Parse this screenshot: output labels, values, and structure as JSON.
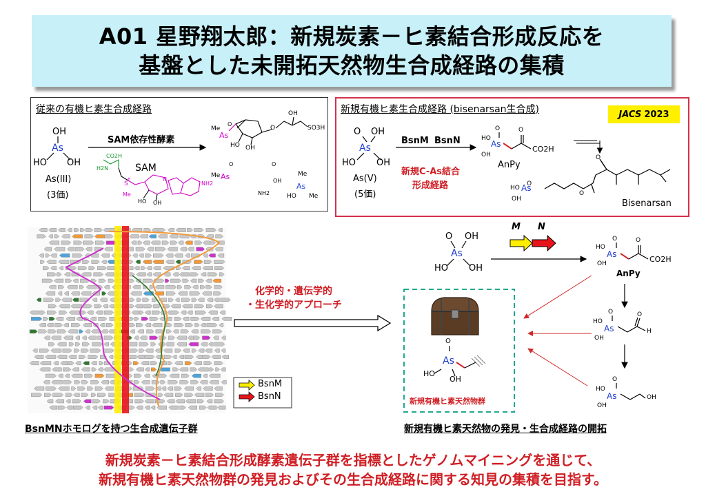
{
  "title": {
    "line1": "A01 星野翔太郎：新規炭素－ヒ素結合形成反応を",
    "line2": "基盤とした未開拓天然物生合成経路の集積"
  },
  "left_panel": {
    "title": "従来の有機ヒ素生合成経路",
    "enzyme_label": "SAM依存性酵素",
    "sam_label": "SAM",
    "as3_label": "As(III)",
    "as3_valence": "(3価)"
  },
  "right_panel": {
    "title": "新規有機ヒ素生合成経路 (bisenarsan生合成)",
    "badge_journal": "JACS",
    "badge_year": "2023",
    "enzyme1": "BsnM",
    "enzyme2": "BsnN",
    "pathway_line1": "新規C-As結合",
    "pathway_line2": "形成経路",
    "as5_label": "As(V)",
    "as5_valence": "(5価)",
    "anpy_label": "AnPy",
    "product_label": "Bisenarsan"
  },
  "gene_cluster": {
    "caption": "BsnMNホモログを持つ生合成遺伝子群",
    "legend": [
      {
        "label": "BsnM",
        "color": "#ffee00"
      },
      {
        "label": "BsnN",
        "color": "#e8141b"
      }
    ]
  },
  "approach": {
    "line1": "化学的・遺伝学的",
    "line2": "・生化学的アプローチ"
  },
  "discovery": {
    "gene_m": "M",
    "gene_n": "N",
    "anpy_label": "AnPy",
    "box_label": "新規有機ヒ素天然物群",
    "caption": "新規有機ヒ素天然物の発見・生合成経路の開拓"
  },
  "chem": {
    "as": "As",
    "oh": "OH",
    "ho": "HO",
    "o": "O",
    "me": "Me",
    "co2h": "CO2H",
    "so3h": "SO3H",
    "nh2": "NH2",
    "h2n": "H2N",
    "h": "H",
    "s": "S",
    "n": "N",
    "plus": "+"
  },
  "footer": {
    "line1": "新規炭素－ヒ素結合形成酵素遺伝子群を指標としたゲノムマイニングを通じて、",
    "line2": "新規有機ヒ素天然物群の発見およびその生合成経路に関する知見の集積を目指す。"
  },
  "colors": {
    "title_bg": "#c7f0f8",
    "accent_red": "#cf1f25",
    "arsenic_blue": "#1f3fd0",
    "sam_magenta": "#d000c8",
    "sam_green": "#1a9a30",
    "badge_yellow": "#fff000"
  }
}
